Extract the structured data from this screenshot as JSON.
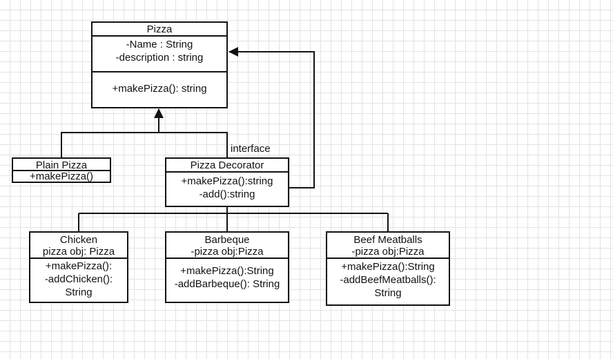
{
  "diagram": {
    "pizza": {
      "title": "Pizza",
      "attributes": [
        "-Name : String",
        "-description : string"
      ],
      "methods": [
        "+makePizza(): string"
      ]
    },
    "plain_pizza": {
      "title": "Plain Pizza",
      "methods": [
        "+makePizza()"
      ]
    },
    "pizza_decorator": {
      "title": "Pizza Decorator",
      "methods": [
        "+makePizza():string",
        "-add():string"
      ]
    },
    "interface_label": "interface",
    "chicken": {
      "title": "Chicken",
      "attributes": [
        "pizza obj: Pizza"
      ],
      "methods": [
        "+makePizza():",
        "-addChicken():",
        "String"
      ]
    },
    "barbeque": {
      "title": "Barbeque",
      "attributes": [
        "-pizza obj:Pizza"
      ],
      "methods": [
        "+makePizza():String",
        "-addBarbeque(): String"
      ]
    },
    "beef_meatballs": {
      "title": "Beef Meatballs",
      "attributes": [
        "-pizza obj:Pizza"
      ],
      "methods": [
        "+makePizza():String",
        "-addBeefMeatballs():",
        "String"
      ]
    }
  }
}
